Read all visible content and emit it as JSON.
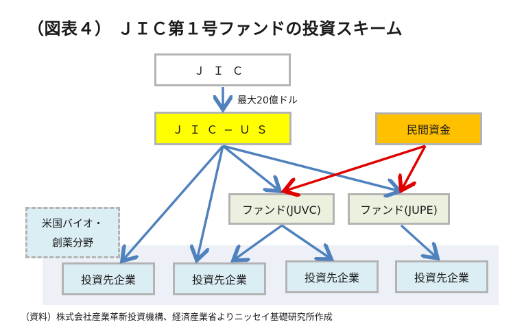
{
  "title": "（図表４） ＪＩＣ第１号ファンドの投資スキーム",
  "nodes": {
    "jic": "ＪＩＣ",
    "jic_us": "ＪＩＣ−ＵＳ",
    "private_funds": "民間資金",
    "fund_juvc": "ファンド(JUVC)",
    "fund_jupe": "ファンド(JUPE)",
    "sector_line1": "米国バイオ・",
    "sector_line2": "創薬分野",
    "companies": [
      "投資先企業",
      "投資先企業",
      "投資先企業",
      "投資先企業"
    ]
  },
  "edge_labels": {
    "jic_to_jicus": "最大20億ドル"
  },
  "edges": [
    {
      "from": "jic",
      "to": "jic_us",
      "color": "blue"
    },
    {
      "from": "jic_us",
      "to": "company_1",
      "color": "blue"
    },
    {
      "from": "jic_us",
      "to": "company_2",
      "color": "blue"
    },
    {
      "from": "jic_us",
      "to": "fund_juvc",
      "color": "blue"
    },
    {
      "from": "jic_us",
      "to": "fund_jupe",
      "color": "blue"
    },
    {
      "from": "private_funds",
      "to": "fund_juvc",
      "color": "red"
    },
    {
      "from": "private_funds",
      "to": "fund_jupe",
      "color": "red"
    },
    {
      "from": "fund_juvc",
      "to": "company_2",
      "color": "blue"
    },
    {
      "from": "fund_juvc",
      "to": "company_3",
      "color": "blue"
    },
    {
      "from": "fund_jupe",
      "to": "company_4",
      "color": "blue"
    }
  ],
  "colors": {
    "blue_arrow": "#4f81bd",
    "red_arrow": "#e00000",
    "jic_us_fill": "#ffff00",
    "private_fill": "#ffc000",
    "fund_fill": "#ebf1de",
    "company_fill": "#dbeef4"
  },
  "source": "（資料）株式会社産業革新投資機構、経済産業省よりニッセイ基礎研究所作成"
}
